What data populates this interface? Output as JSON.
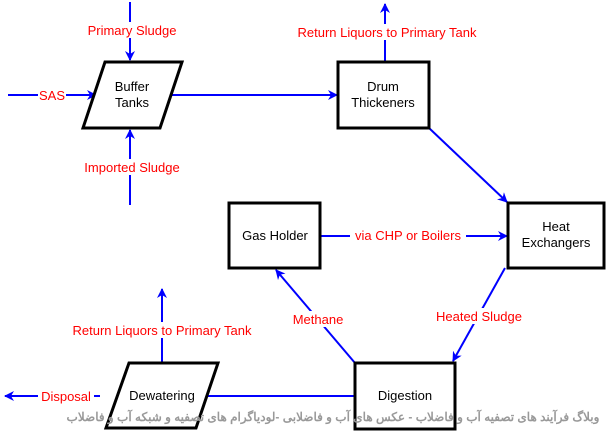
{
  "nodes": {
    "buffer_tanks": [
      "Buffer",
      "Tanks"
    ],
    "drum_thickeners": [
      "Drum",
      "Thickeners"
    ],
    "heat_exchangers": [
      "Heat",
      "Exchangers"
    ],
    "gas_holder": "Gas Holder",
    "digestion": "Digestion",
    "dewatering": "Dewatering"
  },
  "labels": {
    "primary_sludge": "Primary Sludge",
    "sas": "SAS",
    "imported_sludge": "Imported Sludge",
    "return_liquors_top": "Return Liquors to Primary Tank",
    "via_chp": "via CHP or Boilers",
    "heated_sludge": "Heated Sludge",
    "methane": "Methane",
    "return_liquors_bottom": "Return Liquors to Primary Tank",
    "disposal": "Disposal"
  },
  "watermark": "وبلاگ فرآیند های تصفیه آب و فاضلاب - عکس های آب و فاضلابی -لودیاگرام های تصفیه و شبکه آب و فاضلاب",
  "colors": {
    "arrow": "#0000ff",
    "label": "#ff0000",
    "box": "#000000"
  }
}
